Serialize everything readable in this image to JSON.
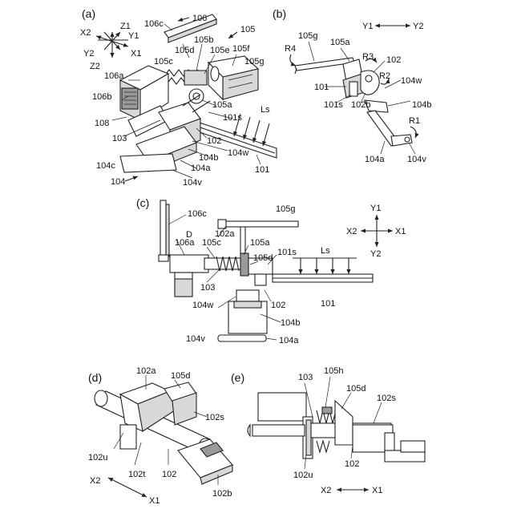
{
  "panels": {
    "a": {
      "tag": "(a)",
      "labels": {
        "l106": "106",
        "l106c": "106c",
        "l105": "105",
        "l105b": "105b",
        "l105d": "105d",
        "l105e": "105e",
        "l105f": "105f",
        "l105g": "105g",
        "l105c": "105c",
        "l106a": "106a",
        "l106b": "106b",
        "l108": "108",
        "l103": "103",
        "l105a": "105a",
        "l101s": "101s",
        "lLs": "Ls",
        "l102": "102",
        "l104w": "104w",
        "l104b": "104b",
        "l104c": "104c",
        "l104": "104",
        "l104a": "104a",
        "l104v": "104v",
        "l101": "101"
      },
      "axes": {
        "x2": "X2",
        "z1": "Z1",
        "y1": "Y1",
        "y2": "Y2",
        "x1": "X1",
        "z2": "Z2"
      }
    },
    "b": {
      "tag": "(b)",
      "labels": {
        "l105g": "105g",
        "l105a": "105a",
        "lR4": "R4",
        "lR3": "R3",
        "l102": "102",
        "lR2": "R2",
        "l104w": "104w",
        "l101": "101",
        "l101s": "101s",
        "l102b": "102b",
        "l104b": "104b",
        "lR1": "R1",
        "l104a": "104a",
        "l104v": "104v"
      },
      "axes": {
        "y1": "Y1",
        "y2": "Y2"
      }
    },
    "c": {
      "tag": "(c)",
      "labels": {
        "l106c": "106c",
        "l105g": "105g",
        "lD": "D",
        "l102a": "102a",
        "l106a": "106a",
        "l105c": "105c",
        "l105a": "105a",
        "l105d": "105d",
        "l101s": "101s",
        "lLs": "Ls",
        "l103": "103",
        "l104w": "104w",
        "l102": "102",
        "l101": "101",
        "l104b": "104b",
        "l104v": "104v",
        "l104a": "104a"
      },
      "axes": {
        "y1": "Y1",
        "x2": "X2",
        "x1": "X1",
        "y2": "Y2"
      }
    },
    "d": {
      "tag": "(d)",
      "labels": {
        "l102a": "102a",
        "l105d": "105d",
        "l102s": "102s",
        "l102u": "102u",
        "l102t": "102t",
        "l102": "102",
        "l102b": "102b"
      },
      "axes": {
        "x2": "X2",
        "x1": "X1"
      }
    },
    "e": {
      "tag": "(e)",
      "labels": {
        "l103": "103",
        "l105h": "105h",
        "l105d": "105d",
        "l102s": "102s",
        "l102u": "102u",
        "l102": "102"
      },
      "axes": {
        "x2": "X2",
        "x1": "X1"
      }
    }
  },
  "icons": {
    "axis_triad": "axis-triad-icon",
    "dir_arrow": "direction-arrow-icon",
    "light_arrow": "light-arrow-icon",
    "rotation_arrow": "rotation-arrow-icon"
  }
}
